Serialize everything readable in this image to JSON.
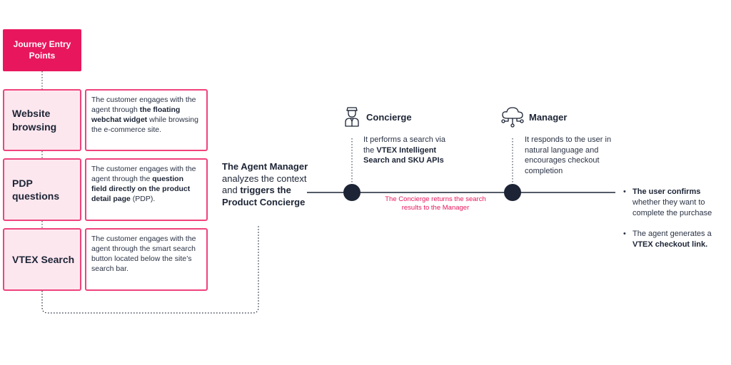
{
  "entry_points": {
    "header": "Journey Entry Points",
    "items": [
      {
        "label": "Website browsing",
        "desc_pre": "The customer engages with the agent through ",
        "desc_bold": "the floating webchat widget",
        "desc_post": " while browsing the e-commerce site."
      },
      {
        "label": "PDP questions",
        "desc_pre": "The customer engages with the agent through the ",
        "desc_bold": "question field directly on the product detail page",
        "desc_post": " (PDP)."
      },
      {
        "label": "VTEX Search",
        "desc_pre": "The customer engages with the agent through the smart search button located below the site’s search bar.",
        "desc_bold": "",
        "desc_post": ""
      }
    ]
  },
  "agent_manager": {
    "text_bold1": "The Agent Manager",
    "text_mid": " analyzes the context and ",
    "text_bold2": "triggers the Product Concierge"
  },
  "concierge": {
    "title": "Concierge",
    "icon": "concierge-person-icon",
    "desc_pre": "It performs a search via the ",
    "desc_bold": "VTEX Intelligent Search and SKU APIs",
    "returns_note": "The Concierge returns the search results to the Manager"
  },
  "manager": {
    "title": "Manager",
    "icon": "cloud-network-icon",
    "desc": "It responds to the user in natural language and encourages checkout completion"
  },
  "outcomes": [
    {
      "bold": "The user confirms",
      "text": " whether they want to complete the purchase"
    },
    {
      "pre": "The agent generates a ",
      "bold": "VTEX checkout link."
    }
  ],
  "colors": {
    "accent": "#e8175d",
    "box_fill": "#fde7ef",
    "box_border": "#f0437c",
    "dark": "#1c2435"
  }
}
